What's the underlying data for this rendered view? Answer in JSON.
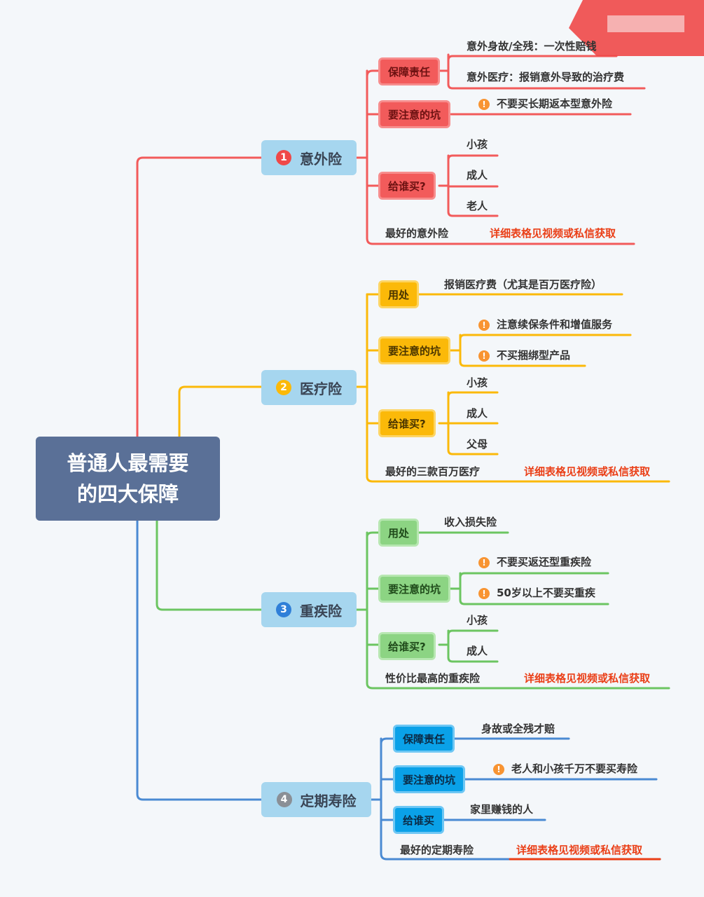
{
  "colors": {
    "red": "#f25b5b",
    "yellow": "#fbb909",
    "green": "#8cd483",
    "blue": "#4a8ad3",
    "ref_text": "#ea3f17",
    "warn": "#f89432"
  },
  "root": {
    "line1": "普通人最需要",
    "line2": "的四大保障"
  },
  "branches": [
    {
      "num": "1",
      "label": "意外险",
      "nodes": [
        {
          "label": "保障责任",
          "leaves": [
            "意外身故/全残：一次性赔钱",
            "意外医疗：报销意外导致的治疗费"
          ]
        },
        {
          "label": "要注意的坑",
          "leaves": [
            "不要买长期返本型意外险"
          ]
        },
        {
          "label": "给谁买?",
          "leaves": [
            "小孩",
            "成人",
            "老人"
          ]
        }
      ],
      "best": "最好的意外险",
      "ref": "详细表格见视频或私信获取"
    },
    {
      "num": "2",
      "label": "医疗险",
      "nodes": [
        {
          "label": "用处",
          "leaves": [
            "报销医疗费（尤其是百万医疗险）"
          ]
        },
        {
          "label": "要注意的坑",
          "leaves": [
            "注意续保条件和增值服务",
            "不买捆绑型产品"
          ]
        },
        {
          "label": "给谁买?",
          "leaves": [
            "小孩",
            "成人",
            "父母"
          ]
        }
      ],
      "best": "最好的三款百万医疗",
      "ref": "详细表格见视频或私信获取"
    },
    {
      "num": "3",
      "label": "重疾险",
      "nodes": [
        {
          "label": "用处",
          "leaves": [
            "收入损失险"
          ]
        },
        {
          "label": "要注意的坑",
          "leaves": [
            "不要买返还型重疾险",
            "50岁以上不要买重疾"
          ]
        },
        {
          "label": "给谁买?",
          "leaves": [
            "小孩",
            "成人"
          ]
        }
      ],
      "best": "性价比最高的重疾险",
      "ref": "详细表格见视频或私信获取"
    },
    {
      "num": "4",
      "label": "定期寿险",
      "nodes": [
        {
          "label": "保障责任",
          "leaves": [
            "身故或全残才赔"
          ]
        },
        {
          "label": "要注意的坑",
          "leaves": [
            "老人和小孩千万不要买寿险"
          ]
        },
        {
          "label": "给谁买",
          "leaves": [
            "家里赚钱的人"
          ]
        }
      ],
      "best": "最好的定期寿险",
      "ref": "详细表格见视频或私信获取"
    }
  ],
  "icons": {
    "warn": "exclamation-icon",
    "watermark": "watermark-arrow"
  }
}
